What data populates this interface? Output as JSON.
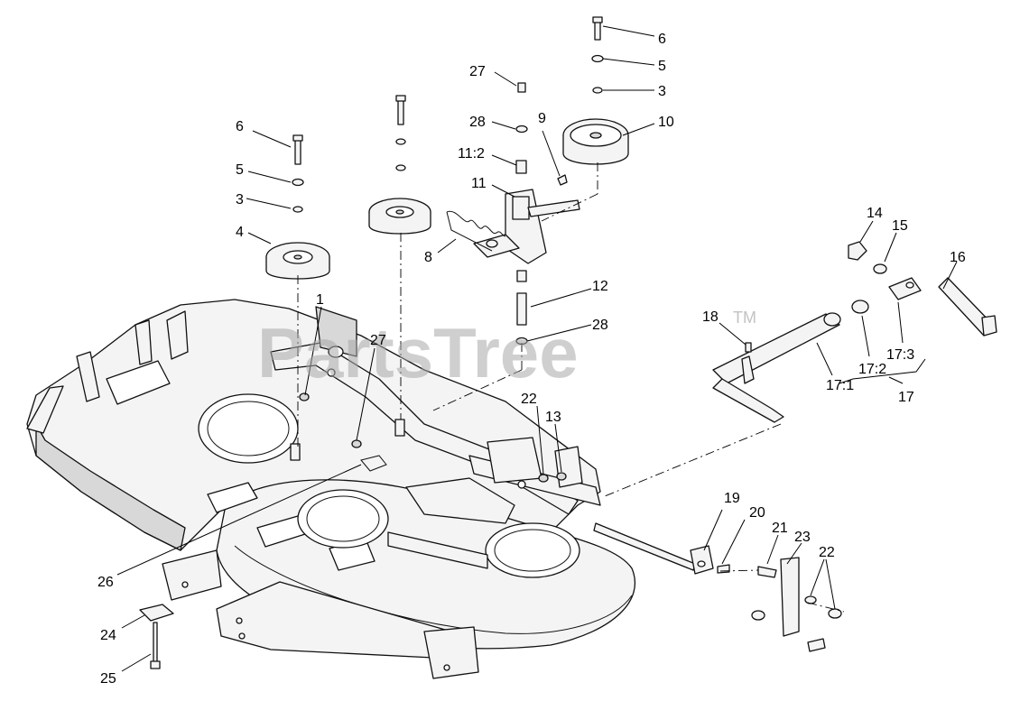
{
  "watermark": {
    "text": "PartsTree",
    "trademark": "TM"
  },
  "callouts": [
    {
      "id": "c-1",
      "label": "1"
    },
    {
      "id": "c-3a",
      "label": "3"
    },
    {
      "id": "c-3b",
      "label": "3"
    },
    {
      "id": "c-4",
      "label": "4"
    },
    {
      "id": "c-5a",
      "label": "5"
    },
    {
      "id": "c-5b",
      "label": "5"
    },
    {
      "id": "c-6a",
      "label": "6"
    },
    {
      "id": "c-6b",
      "label": "6"
    },
    {
      "id": "c-8",
      "label": "8"
    },
    {
      "id": "c-9",
      "label": "9"
    },
    {
      "id": "c-10",
      "label": "10"
    },
    {
      "id": "c-11",
      "label": "11"
    },
    {
      "id": "c-11-2",
      "label": "11:2"
    },
    {
      "id": "c-12",
      "label": "12"
    },
    {
      "id": "c-13",
      "label": "13"
    },
    {
      "id": "c-14",
      "label": "14"
    },
    {
      "id": "c-15",
      "label": "15"
    },
    {
      "id": "c-16",
      "label": "16"
    },
    {
      "id": "c-17",
      "label": "17"
    },
    {
      "id": "c-17-1",
      "label": "17:1"
    },
    {
      "id": "c-17-2",
      "label": "17:2"
    },
    {
      "id": "c-17-3",
      "label": "17:3"
    },
    {
      "id": "c-18",
      "label": "18"
    },
    {
      "id": "c-19",
      "label": "19"
    },
    {
      "id": "c-20",
      "label": "20"
    },
    {
      "id": "c-21",
      "label": "21"
    },
    {
      "id": "c-22a",
      "label": "22"
    },
    {
      "id": "c-22b",
      "label": "22"
    },
    {
      "id": "c-23",
      "label": "23"
    },
    {
      "id": "c-24",
      "label": "24"
    },
    {
      "id": "c-25",
      "label": "25"
    },
    {
      "id": "c-26",
      "label": "26"
    },
    {
      "id": "c-27a",
      "label": "27"
    },
    {
      "id": "c-27b",
      "label": "27"
    },
    {
      "id": "c-28a",
      "label": "28"
    },
    {
      "id": "c-28b",
      "label": "28"
    }
  ]
}
